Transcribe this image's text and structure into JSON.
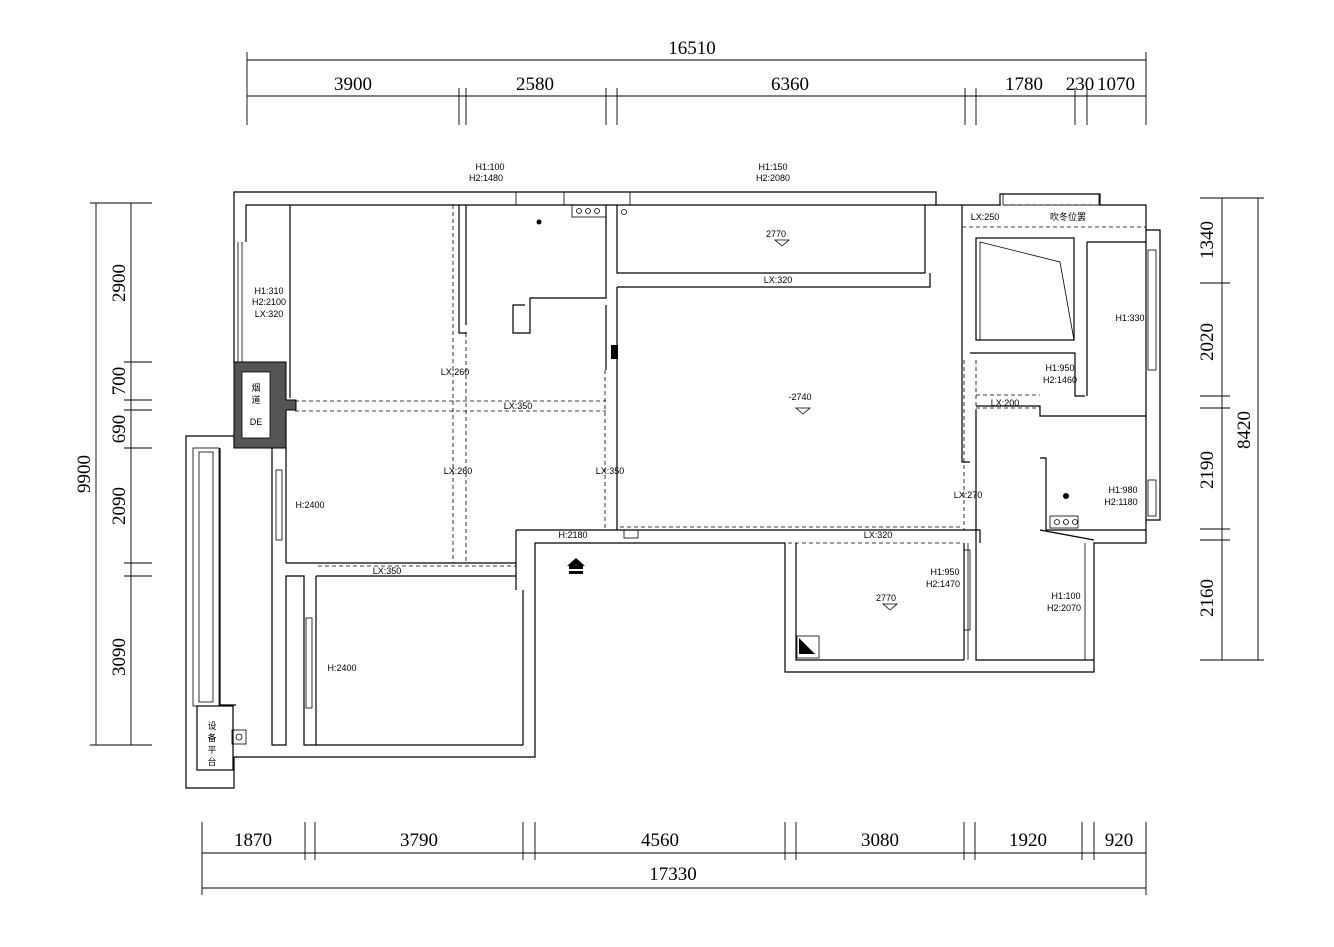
{
  "dimensions": {
    "top_total": "16510",
    "top": [
      "3900",
      "2580",
      "6360",
      "1780",
      "230",
      "1070"
    ],
    "bottom": [
      "1870",
      "3790",
      "4560",
      "3080",
      "1920",
      "920"
    ],
    "bottom_total": "17330",
    "left": [
      "2900",
      "700",
      "690",
      "2090",
      "3090"
    ],
    "left_total": "9900",
    "right": [
      "1340",
      "2020",
      "2190",
      "2160"
    ],
    "right_total": "8420"
  },
  "annotations": {
    "window_top_left": [
      "H1:100",
      "H2:1480"
    ],
    "window_top_mid": [
      "H1:150",
      "H2:2080"
    ],
    "kitchen_ceiling": "2770",
    "lx_320_top": "LX:320",
    "lx_250": "LX:250",
    "cabinet_position": "吹冬位罢",
    "left_window": [
      "H1:310",
      "H2:2100",
      "LX:320"
    ],
    "lx_260_a": "LX:260",
    "lx_350_a": "LX:350",
    "living_level": "-2740",
    "lx_260_b": "LX:260",
    "lx_350_b": "LX:350",
    "h_2400_a": "H:2400",
    "h_2180": "H:2180",
    "lx_350_c": "LX:350",
    "lx_320_bottom": "LX:320",
    "h_2400_b": "H:2400",
    "bath_ceiling": "2770",
    "right_window_a": "H1:330",
    "right_window_b": [
      "H1:950",
      "H2:1460"
    ],
    "lx_200": "LX:200",
    "lx_270": "LX:270",
    "right_window_c": [
      "H1:980",
      "H2:1180"
    ],
    "right_window_d": [
      "H1:950",
      "H2:1470"
    ],
    "right_window_e": [
      "H1:100",
      "H2:2070"
    ],
    "column_label": [
      "烟",
      "道",
      "DE"
    ],
    "balcony_label": [
      "设",
      "备",
      "平",
      "台"
    ]
  }
}
